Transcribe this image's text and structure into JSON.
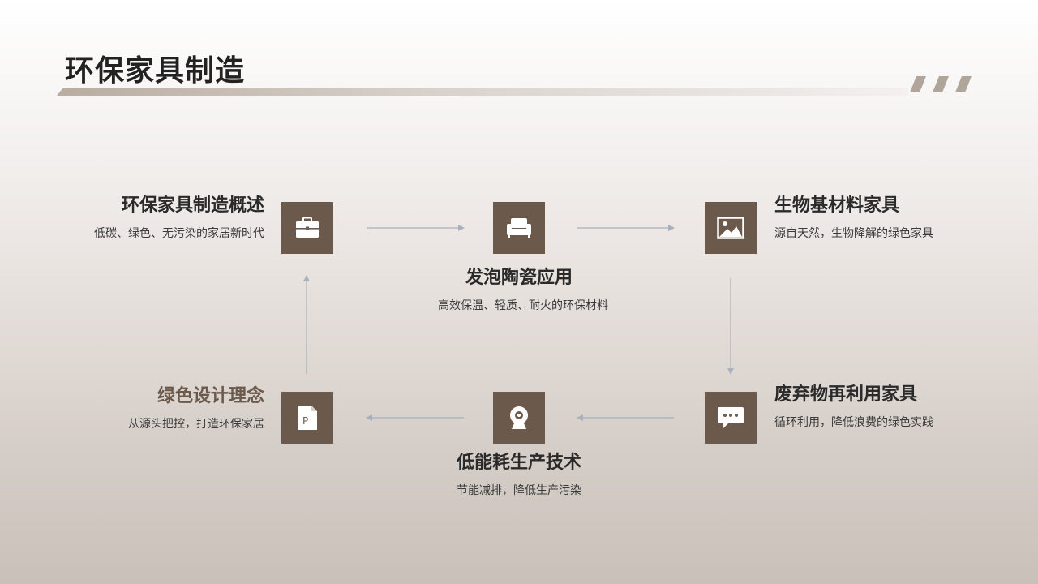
{
  "page": {
    "title": "环保家具制造"
  },
  "colors": {
    "node_fill": "#6b5a4c",
    "accent_text": "#6b5a4c",
    "arrow": "#a9b0bd",
    "stripe": "#b0a59b"
  },
  "nodes": [
    {
      "id": "overview",
      "icon": "briefcase-icon",
      "title": "环保家具制造概述",
      "subtitle": "低碳、绿色、无污染的家居新时代"
    },
    {
      "id": "foam-ceramic",
      "icon": "sofa-icon",
      "title": "发泡陶瓷应用",
      "subtitle": "高效保温、轻质、耐火的环保材料"
    },
    {
      "id": "bio-material",
      "icon": "image-icon",
      "title": "生物基材料家具",
      "subtitle": "源自天然，生物降解的绿色家具"
    },
    {
      "id": "recycled",
      "icon": "chat-bubble-icon",
      "title": "废弃物再利用家具",
      "subtitle": "循环利用，降低浪费的绿色实践"
    },
    {
      "id": "low-energy",
      "icon": "webcam-icon",
      "title": "低能耗生产技术",
      "subtitle": "节能减排，降低生产污染"
    },
    {
      "id": "green-design",
      "icon": "document-icon",
      "title": "绿色设计理念",
      "subtitle": "从源头把控，打造环保家居"
    }
  ],
  "flow": [
    [
      "overview",
      "foam-ceramic"
    ],
    [
      "foam-ceramic",
      "bio-material"
    ],
    [
      "bio-material",
      "recycled"
    ],
    [
      "recycled",
      "low-energy"
    ],
    [
      "low-energy",
      "green-design"
    ],
    [
      "green-design",
      "overview"
    ]
  ]
}
